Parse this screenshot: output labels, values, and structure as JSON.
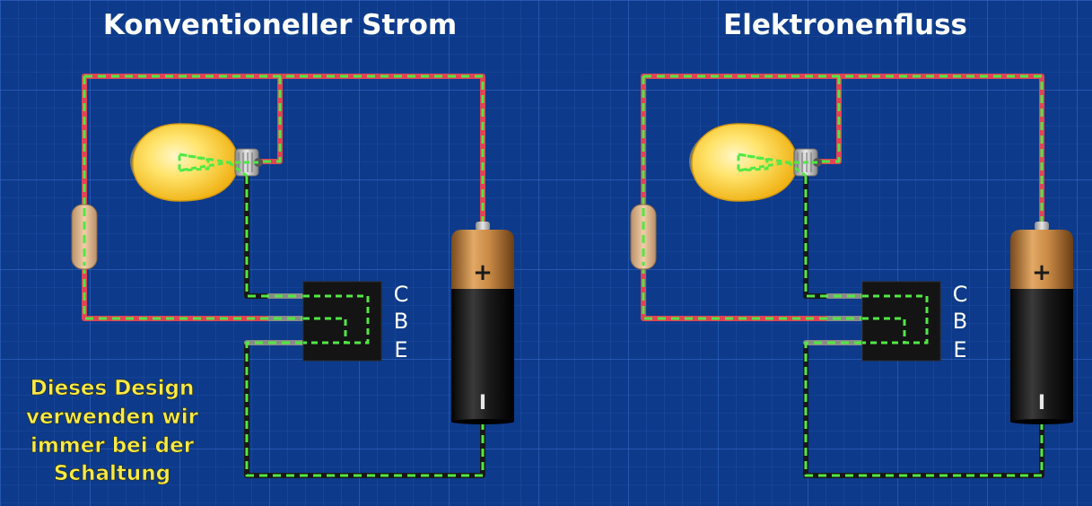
{
  "colors": {
    "background": "#0d3a8a",
    "grid": "#2458b4",
    "wire_red": "#e04455",
    "wire_black": "#181818",
    "wire_gray": "#8a8a8a",
    "flow_dashes": "#52e845",
    "note_text": "#f7e94a"
  },
  "panels": [
    {
      "title": "Konventioneller Strom",
      "pins": {
        "c": "C",
        "b": "B",
        "e": "E"
      },
      "battery": {
        "plus": "+",
        "minus": "I"
      }
    },
    {
      "title": "Elektronenfluss",
      "pins": {
        "c": "C",
        "b": "B",
        "e": "E"
      },
      "battery": {
        "plus": "+",
        "minus": "I"
      }
    }
  ],
  "note": {
    "line1": "Dieses Design",
    "line2": "verwenden wir",
    "line3": "immer bei der",
    "line4": "Schaltung"
  },
  "icons": [
    "light-bulb-icon",
    "resistor-icon",
    "transistor-icon",
    "battery-icon"
  ]
}
